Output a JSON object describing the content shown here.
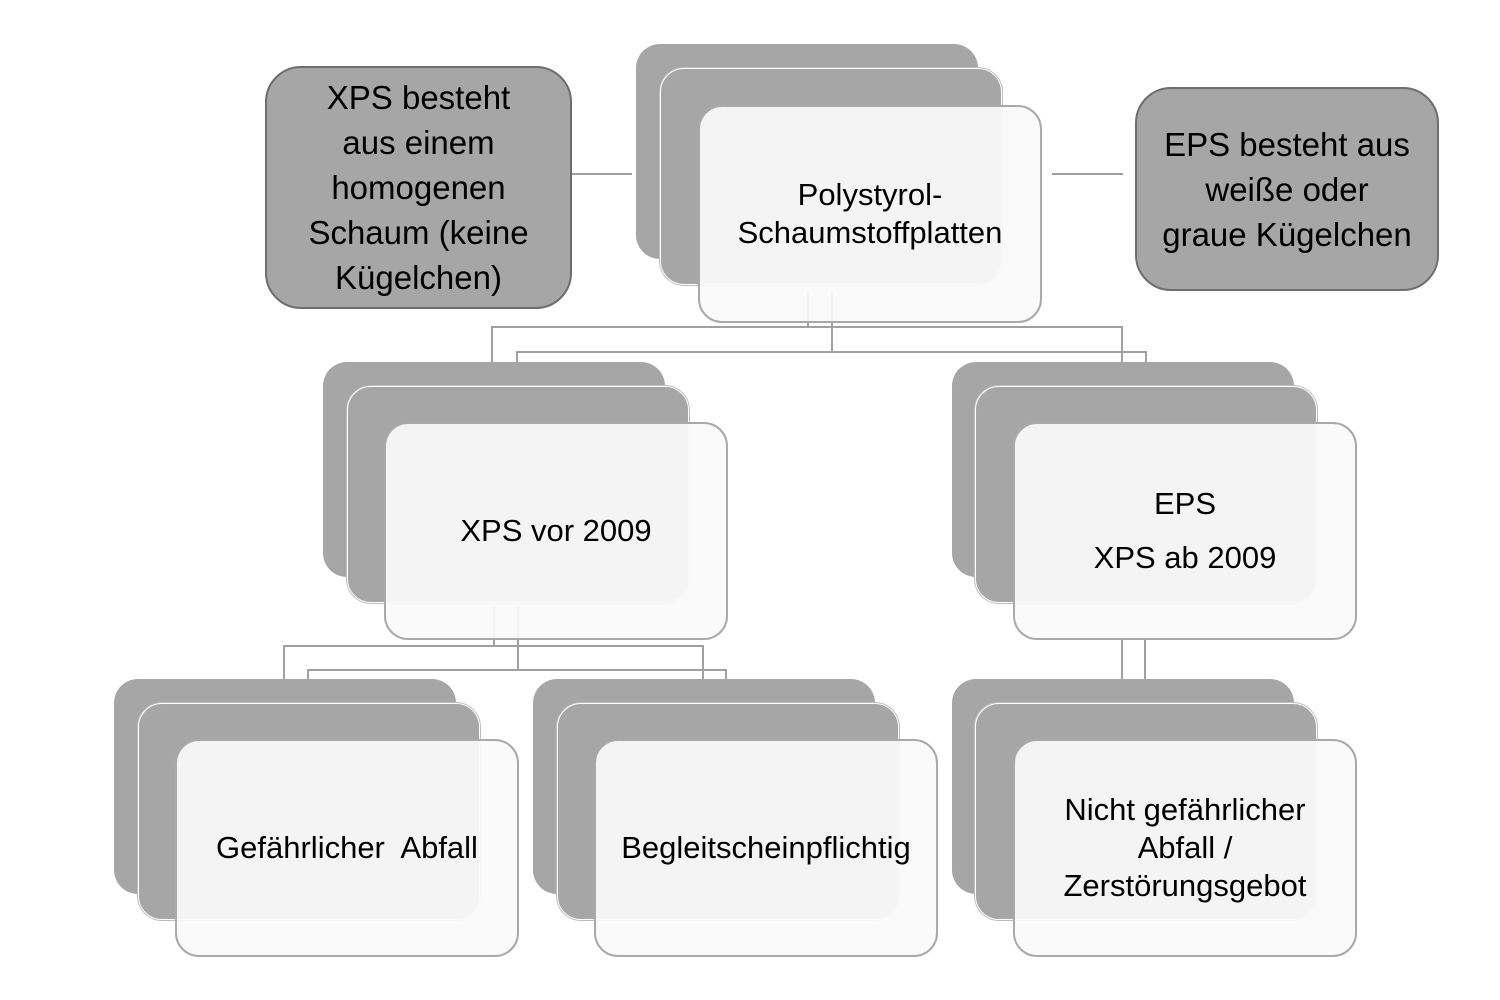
{
  "root": {
    "lines": [
      "Polystyrol-",
      "Schaumstoffplatten"
    ]
  },
  "left_note": {
    "lines": [
      "XPS besteht",
      "aus einem",
      "homogenen",
      "Schaum (keine",
      "Kügelchen)"
    ]
  },
  "right_note": {
    "lines": [
      "EPS besteht aus",
      "weiße oder",
      "graue Kügelchen"
    ]
  },
  "branch_xps_old": {
    "label": "XPS vor 2009"
  },
  "branch_eps": {
    "line1": "EPS",
    "line2": "XPS ab 2009"
  },
  "leaf_hazardous": {
    "label": "Gefährlicher  Abfall"
  },
  "leaf_manifest": {
    "label": "Begleitscheinpflichtig"
  },
  "leaf_nonhazardous": {
    "lines": [
      "Nicht gefährlicher",
      "Abfall /",
      "Zerstörungsgebot"
    ]
  },
  "colors": {
    "card_back": "#a6a6a6",
    "card_front": "#fafafa",
    "connector": "#a0a0a0",
    "note_border": "#6e6e6e"
  }
}
